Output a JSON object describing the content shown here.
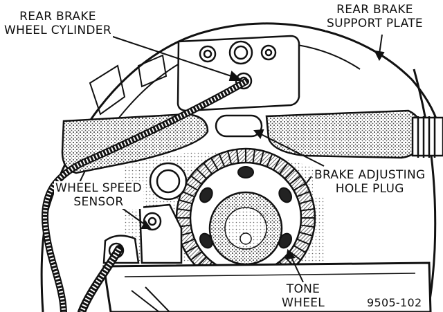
{
  "labels": {
    "wheel_cylinder": [
      "REAR BRAKE",
      "WHEEL CYLINDER"
    ],
    "support_plate": [
      "REAR BRAKE",
      "SUPPORT PLATE"
    ],
    "wheel_speed_sensor": [
      "WHEEL SPEED",
      "SENSOR"
    ],
    "adjusting_plug": [
      "BRAKE ADJUSTING",
      "HOLE PLUG"
    ],
    "tone_wheel": [
      "TONE",
      "WHEEL"
    ]
  },
  "figure_number": "9505-102",
  "colors": {
    "ink": "#111111",
    "paper": "#ffffff",
    "shade": "#9a9a9a"
  }
}
